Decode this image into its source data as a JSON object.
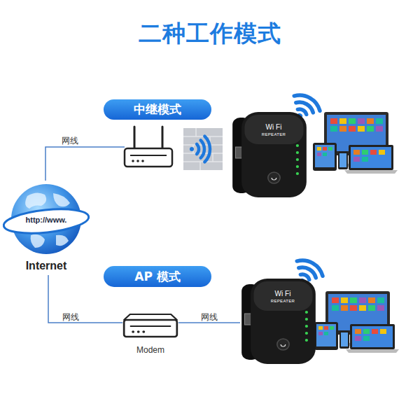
{
  "diagram": {
    "title": "二种工作模式",
    "nodes": [
      {
        "text": [
          "中继模式"
        ]
      },
      {
        "text": [
          "Wi Fi",
          "REPEATER"
        ]
      },
      {
        "text": [
          "http://www.",
          "Internet"
        ]
      },
      {
        "text": [
          "AP 模式"
        ]
      },
      {
        "text": [
          "Modem"
        ]
      },
      {
        "text": [
          "Wi Fi",
          "REPEATER"
        ]
      }
    ],
    "edges": [
      {
        "from": 2,
        "to": 4,
        "label": "网线",
        "arrow": "none"
      },
      {
        "from": 4,
        "to": 5,
        "label": "网线",
        "arrow": "none"
      }
    ],
    "labels": [
      "网线"
    ]
  }
}
